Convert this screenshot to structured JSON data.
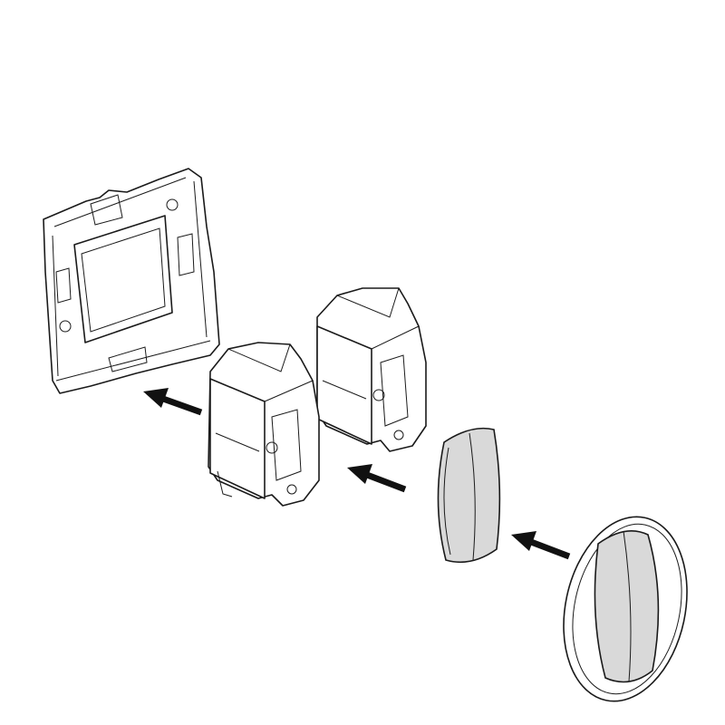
{
  "diagram": {
    "parts": [
      "mounting-frame",
      "switch-module-1",
      "switch-module-2",
      "rocker-key",
      "cover-plate"
    ],
    "arrows": [
      "insert-arrow-frame",
      "insert-arrow-module",
      "insert-arrow-plate"
    ]
  },
  "colors": {
    "line": "#1a1a1a",
    "background": "#ffffff",
    "shade": "#d9d9d9"
  }
}
